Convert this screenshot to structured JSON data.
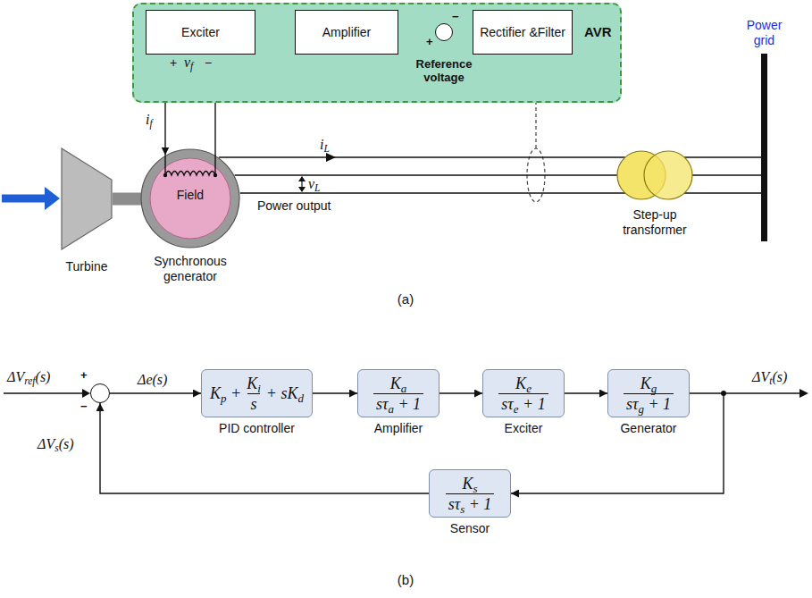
{
  "diagram": {
    "nodes": [
      {
        "text": [
          "AVR"
        ]
      },
      {
        "text": [
          "Exciter"
        ],
        "in": 0
      },
      {
        "text": [
          "Amplifier"
        ],
        "in": 0
      },
      {
        "text": [
          "−",
          "+"
        ],
        "in": 0
      },
      {
        "text": [
          "Rectifier &Filter"
        ],
        "in": 0
      },
      {
        "text": [
          "Turbine"
        ]
      },
      {
        "text": [
          "Field",
          "Synchronous generator"
        ]
      },
      {
        "text": [
          "Step-up transformer"
        ]
      },
      {
        "text": [
          "Power grid"
        ]
      },
      {
        "text": [
          "+",
          "−"
        ]
      },
      {
        "text": [
          "Kp +",
          "Ki",
          "s",
          "+ sKd",
          "PID controller"
        ]
      },
      {
        "text": [
          "Ka",
          "sτa + 1",
          "Amplifier"
        ]
      },
      {
        "text": [
          "Ke",
          "sτe + 1",
          "Exciter"
        ]
      },
      {
        "text": [
          "Kg",
          "sτg + 1",
          "Generator"
        ]
      },
      {
        "text": [
          "Ks",
          "sτs + 1",
          "Sensor"
        ]
      }
    ],
    "edges": [
      {
        "from": 4,
        "to": 3,
        "arrow": "to"
      },
      {
        "from": 3,
        "to": 2,
        "arrow": "to"
      },
      {
        "from": 2,
        "to": 1,
        "arrow": "to"
      },
      {
        "from": 1,
        "to": 6,
        "arrow": "to"
      },
      {
        "from": 5,
        "to": 6,
        "arrow": "none"
      },
      {
        "from": 6,
        "to": 7,
        "arrow": "none"
      },
      {
        "from": 7,
        "to": 8,
        "arrow": "none"
      },
      {
        "from": 9,
        "to": 10,
        "label": "Δe(s)",
        "arrow": "to"
      },
      {
        "from": 10,
        "to": 11,
        "arrow": "to"
      },
      {
        "from": 11,
        "to": 12,
        "arrow": "to"
      },
      {
        "from": 12,
        "to": 13,
        "arrow": "to"
      },
      {
        "from": 13,
        "to": 14,
        "arrow": "to"
      },
      {
        "from": 14,
        "to": 9,
        "label": "ΔVs(s)",
        "arrow": "to"
      }
    ],
    "labels": [
      "+",
      "vf",
      "−",
      "if",
      "Reference voltage",
      "iL",
      "vL",
      "Power output",
      "(a)",
      "ΔVref(s)",
      "ΔVt(s)",
      "(b)"
    ]
  }
}
